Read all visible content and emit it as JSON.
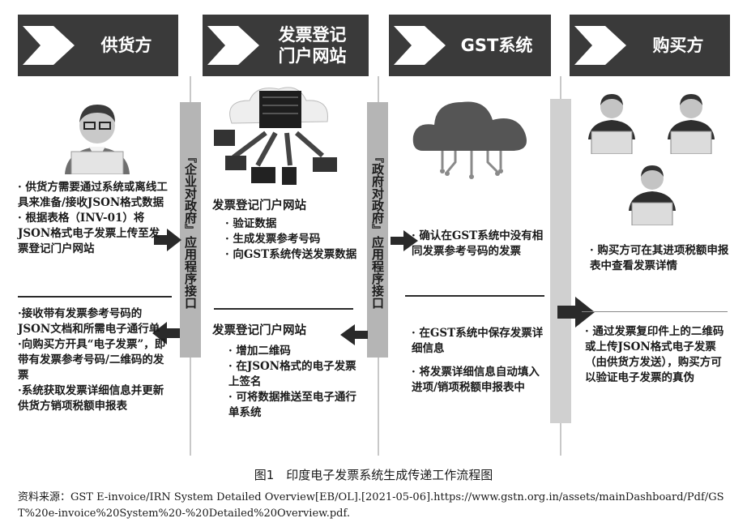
{
  "columns": [
    {
      "title": "供货方"
    },
    {
      "title": "发票登记\n门户网站"
    },
    {
      "title": "GST系统"
    },
    {
      "title": "购买方"
    }
  ],
  "vertical_labels": [
    "『企业对政府』应用程序接口",
    "『政府对政府』应用程序接口"
  ],
  "supplier": {
    "top_items": [
      "· 供货方需要通过系统或离线工具来准备/接收JSON格式数据",
      "· 根据表格（INV-01）将JSON格式电子发票上传至发票登记门户网站"
    ],
    "bottom_items": [
      "·接收带有发票参考号码的JSON文档和所需电子通行单",
      "·向购买方开具“电子发票”，即带有发票参考号码/二维码的发票",
      "·系统获取发票详细信息并更新供货方销项税额申报表"
    ]
  },
  "portal": {
    "top_title": "发票登记门户网站",
    "top_items": [
      "· 验证数据",
      "· 生成发票参考号码",
      "· 向GST系统传送发票数据"
    ],
    "bottom_title": "发票登记门户网站",
    "bottom_items": [
      "· 增加二维码",
      "· 在JSON格式的电子发票上签名",
      "· 可将数据推送至电子通行单系统"
    ]
  },
  "gst": {
    "top_items": [
      "· 确认在GST系统中没有相同发票参考号码的发票"
    ],
    "bottom_items": [
      "· 在GST系统中保存发票详细信息",
      "· 将发票详细信息自动填入进项/销项税额申报表中"
    ]
  },
  "buyer": {
    "items": [
      "· 购买方可在其进项税额申报表中查看发票详情",
      "· 通过发票复印件上的二维码或上传JSON格式电子发票（由供货方发送），购买方可以验证电子发票的真伪"
    ]
  },
  "caption": "图1　印度电子发票系统生成传递工作流程图",
  "source": {
    "label": "资料来源：",
    "text": "GST E-invoice/IRN System Detailed Overview[EB/OL].[2021-05-06].https://www.gstn.org.in/assets/mainDashboard/Pdf/GST%20e-invoice%20System%20-%20Detailed%20Overview.pdf."
  },
  "colors": {
    "header": "#3a3a3a",
    "bar": "#b5b5b5",
    "text": "#1a1a1a"
  }
}
